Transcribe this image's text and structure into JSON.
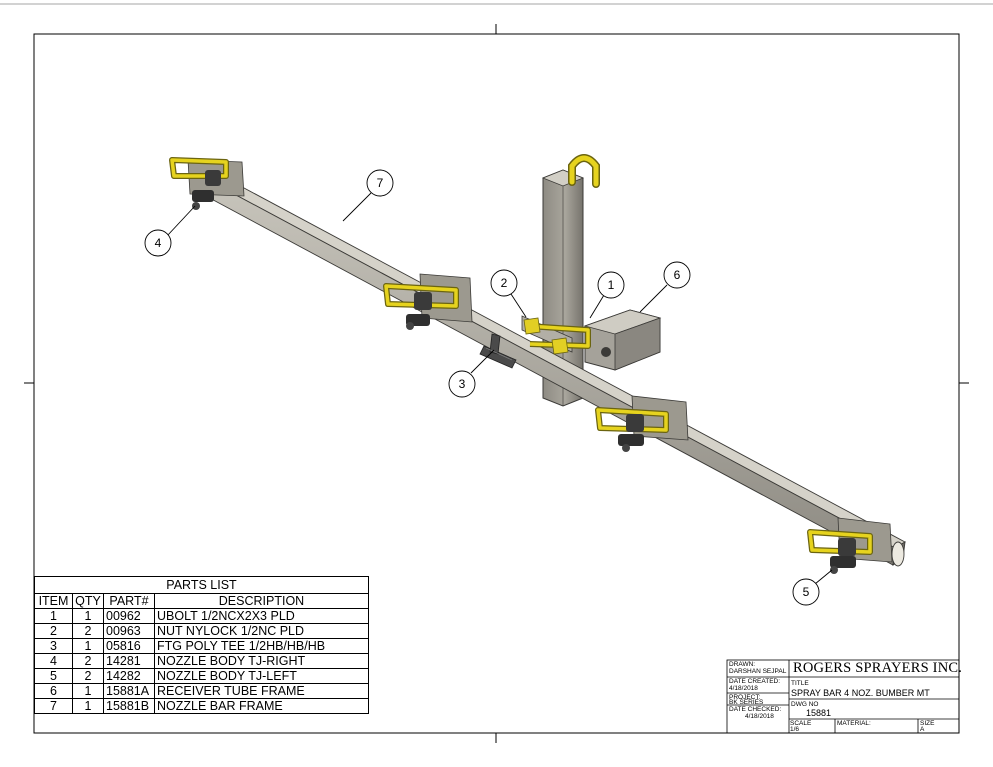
{
  "parts_list": {
    "title": "PARTS LIST",
    "headers": [
      "ITEM",
      "QTY",
      "PART#",
      "DESCRIPTION"
    ],
    "rows": [
      [
        "1",
        "1",
        "00962",
        "UBOLT 1/2NCX2X3 PLD"
      ],
      [
        "2",
        "2",
        "00963",
        "NUT NYLOCK 1/2NC PLD"
      ],
      [
        "3",
        "1",
        "05816",
        "FTG POLY TEE 1/2HB/HB/HB"
      ],
      [
        "4",
        "2",
        "14281",
        "NOZZLE BODY TJ-RIGHT"
      ],
      [
        "5",
        "2",
        "14282",
        "NOZZLE BODY TJ-LEFT"
      ],
      [
        "6",
        "1",
        "15881A",
        "RECEIVER TUBE FRAME"
      ],
      [
        "7",
        "1",
        "15881B",
        "NOZZLE BAR FRAME"
      ]
    ]
  },
  "balloons": [
    "1",
    "2",
    "3",
    "4",
    "5",
    "6",
    "7"
  ],
  "title_block": {
    "company": "ROGERS SPRAYERS INC.",
    "drawn_label": "DRAWN:",
    "drawn_value": "DARSHAN SEJPAL",
    "date_created_label": "DATE CREATED:",
    "date_created_value": "4/18/2018",
    "project_label": "PROJECT:",
    "project_value": "BK SERIES",
    "date_checked_label": "DATE CHECKED:",
    "date_checked_value": "4/18/2018",
    "title_label": "TITLE",
    "title_value": "SPRAY BAR 4 NOZ. BUMBER MT",
    "dwg_no_label": "DWG NO",
    "dwg_no_value": "15881",
    "scale_label": "SCALE",
    "scale_value": "1/6",
    "material_label": "MATERIAL:",
    "material_value": "",
    "size_label": "SIZE",
    "size_value": "A"
  },
  "colors": {
    "steel_light": "#b9b6ad",
    "steel_mid": "#8f8c84",
    "steel_dark": "#5f5d57",
    "ubolt_yellow": "#e6d31e",
    "ubolt_edge": "#6b6410",
    "nozzle": "#3a3a3a"
  }
}
